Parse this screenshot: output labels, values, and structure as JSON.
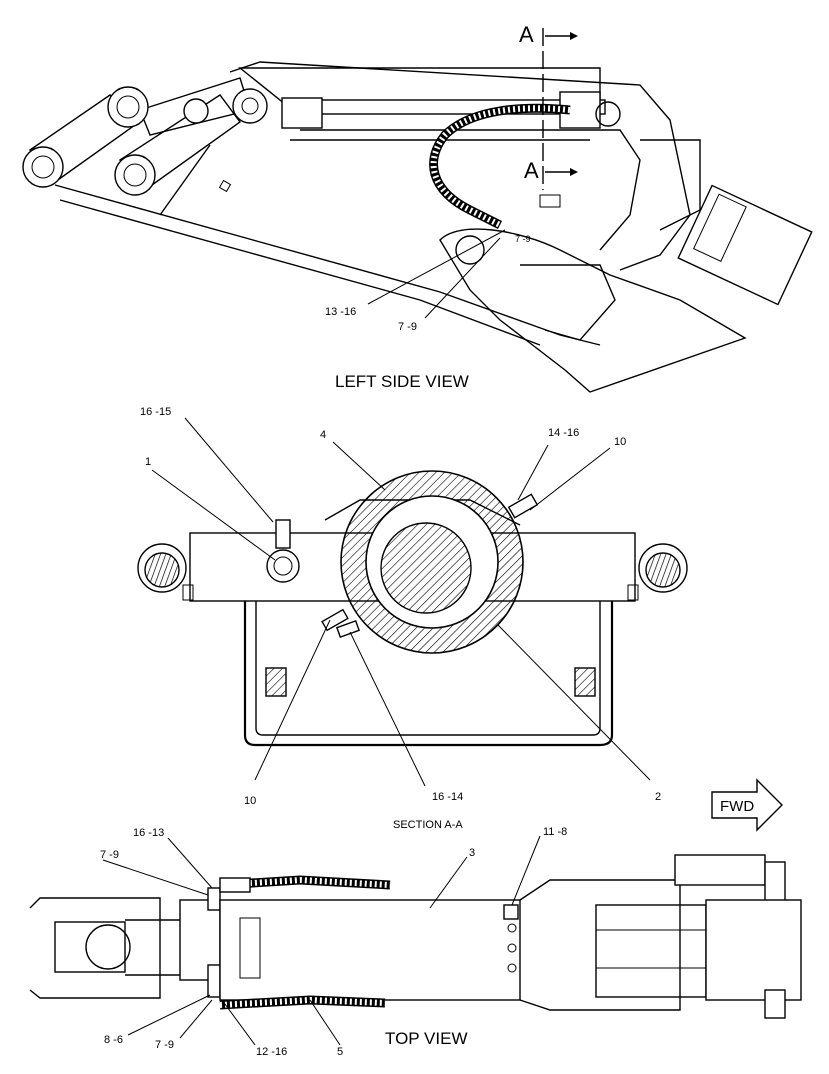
{
  "views": {
    "left_side": {
      "title": "LEFT SIDE VIEW",
      "section_marker": "A",
      "callouts": [
        "13 -16",
        "7 -9"
      ],
      "small_label": "7 -9"
    },
    "section": {
      "title": "SECTION A-A",
      "callouts": [
        "16 -15",
        "1",
        "4",
        "14 -16",
        "10",
        "10",
        "16 -14",
        "2"
      ]
    },
    "top": {
      "title": "TOP VIEW",
      "callouts": [
        "16 -13",
        "7 -9",
        "3",
        "11 -8",
        "8 -6",
        "7 -9",
        "12 -16",
        "5"
      ]
    }
  },
  "fwd_label": "FWD"
}
